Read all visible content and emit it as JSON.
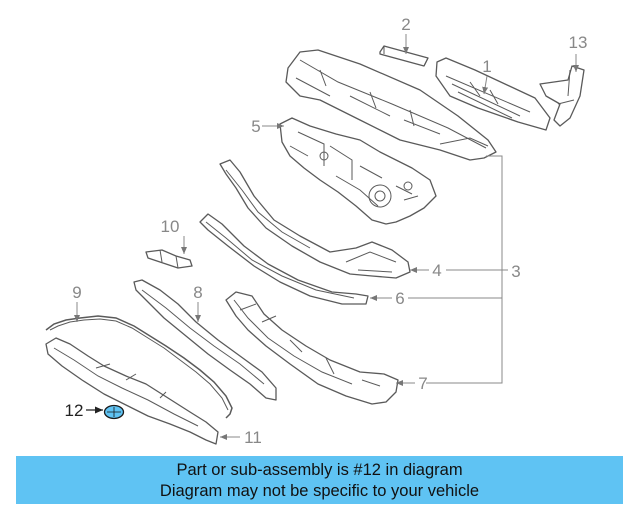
{
  "callouts": {
    "c1": "1",
    "c2": "2",
    "c3": "3",
    "c4": "4",
    "c5": "5",
    "c6": "6",
    "c7": "7",
    "c8": "8",
    "c9": "9",
    "c10": "10",
    "c11": "11",
    "c12": "12",
    "c13": "13"
  },
  "banner": {
    "line1": "Part or sub-assembly is #12 in diagram",
    "line2": "Diagram may not be specific to your vehicle"
  },
  "colors": {
    "banner_bg": "#5fc3f3",
    "highlight_part": "#5fc3f3"
  }
}
